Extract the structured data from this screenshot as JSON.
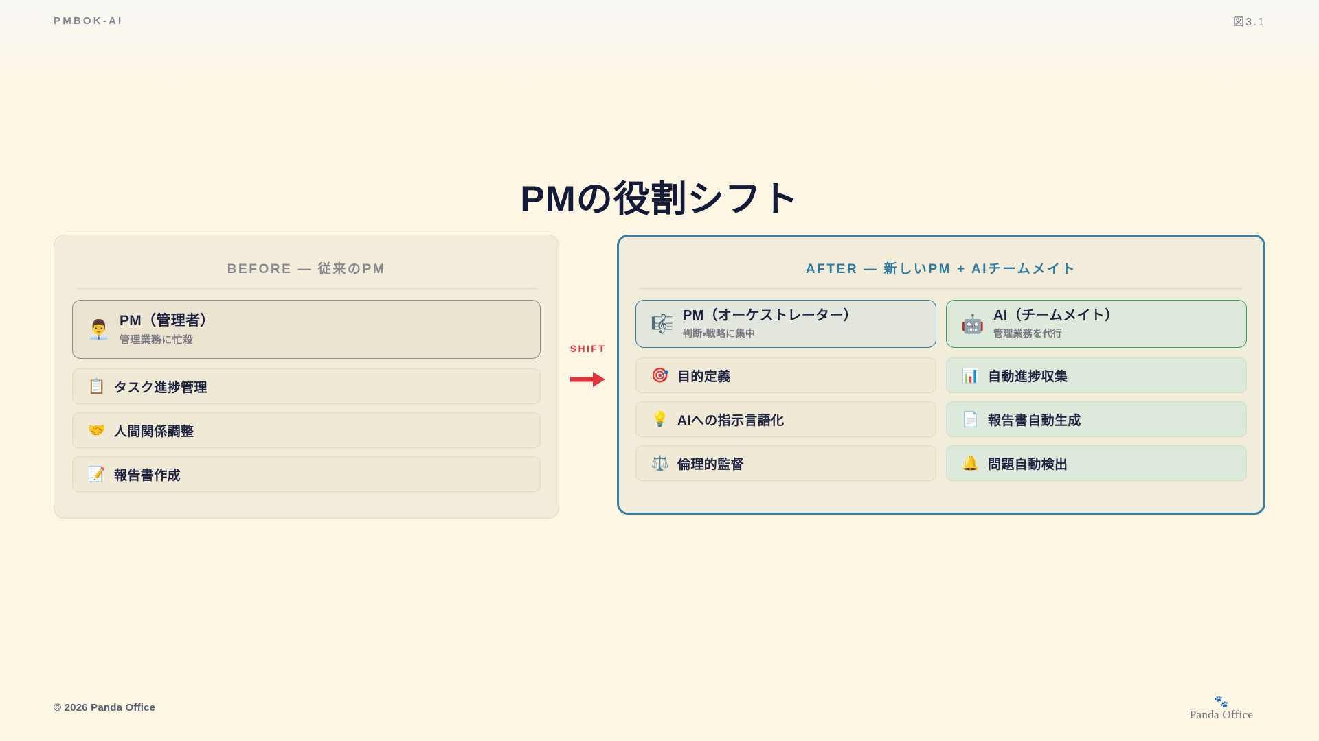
{
  "header": {
    "brand": "PMBOK-AI",
    "figure_number": "図3.1"
  },
  "title": "PMの役割シフト",
  "connector": {
    "label": "SHIFT",
    "arrow_icon": "arrow-right-icon",
    "color": "#e0333d"
  },
  "before": {
    "heading": "BEFORE — 従来のPM",
    "heading_color": "#8a8790",
    "lead": {
      "icon": "👨‍💼",
      "icon_name": "businessman-emoji",
      "name": "PM（管理者）",
      "subtitle": "管理業務に忙殺"
    },
    "items": [
      {
        "icon": "📋",
        "icon_name": "clipboard-emoji",
        "label": "タスク進捗管理"
      },
      {
        "icon": "🤝",
        "icon_name": "handshake-emoji",
        "label": "人間関係調整"
      },
      {
        "icon": "📝",
        "icon_name": "memo-emoji",
        "label": "報告書作成"
      }
    ]
  },
  "after": {
    "heading": "AFTER — 新しいPM + AIチームメイト",
    "heading_color": "#2f7ba3",
    "border_color": "#3a7ea4",
    "columns": [
      {
        "lead": {
          "icon": "🎼",
          "icon_name": "musical-score-emoji",
          "name": "PM（オーケストレーター）",
          "subtitle": "判断・戦略に集中",
          "accent": "#3a7ea4"
        },
        "items": [
          {
            "icon": "🎯",
            "icon_name": "target-emoji",
            "label": "目的定義"
          },
          {
            "icon": "💡",
            "icon_name": "lightbulb-emoji",
            "label": "AIへの指示言語化"
          },
          {
            "icon": "⚖️",
            "icon_name": "balance-scale-emoji",
            "label": "倫理的監督"
          }
        ]
      },
      {
        "lead": {
          "icon": "🤖",
          "icon_name": "robot-emoji",
          "name": "AI（チームメイト）",
          "subtitle": "管理業務を代行",
          "accent": "#2fa46b"
        },
        "items": [
          {
            "icon": "📊",
            "icon_name": "bar-chart-emoji",
            "label": "自動進捗収集"
          },
          {
            "icon": "📄",
            "icon_name": "document-emoji",
            "label": "報告書自動生成"
          },
          {
            "icon": "🔔",
            "icon_name": "bell-emoji",
            "label": "問題自動検出"
          }
        ]
      }
    ]
  },
  "footer": {
    "copyright": "© 2026 Panda Office",
    "logo_icon": "🐾",
    "logo_name": "Panda Office"
  }
}
